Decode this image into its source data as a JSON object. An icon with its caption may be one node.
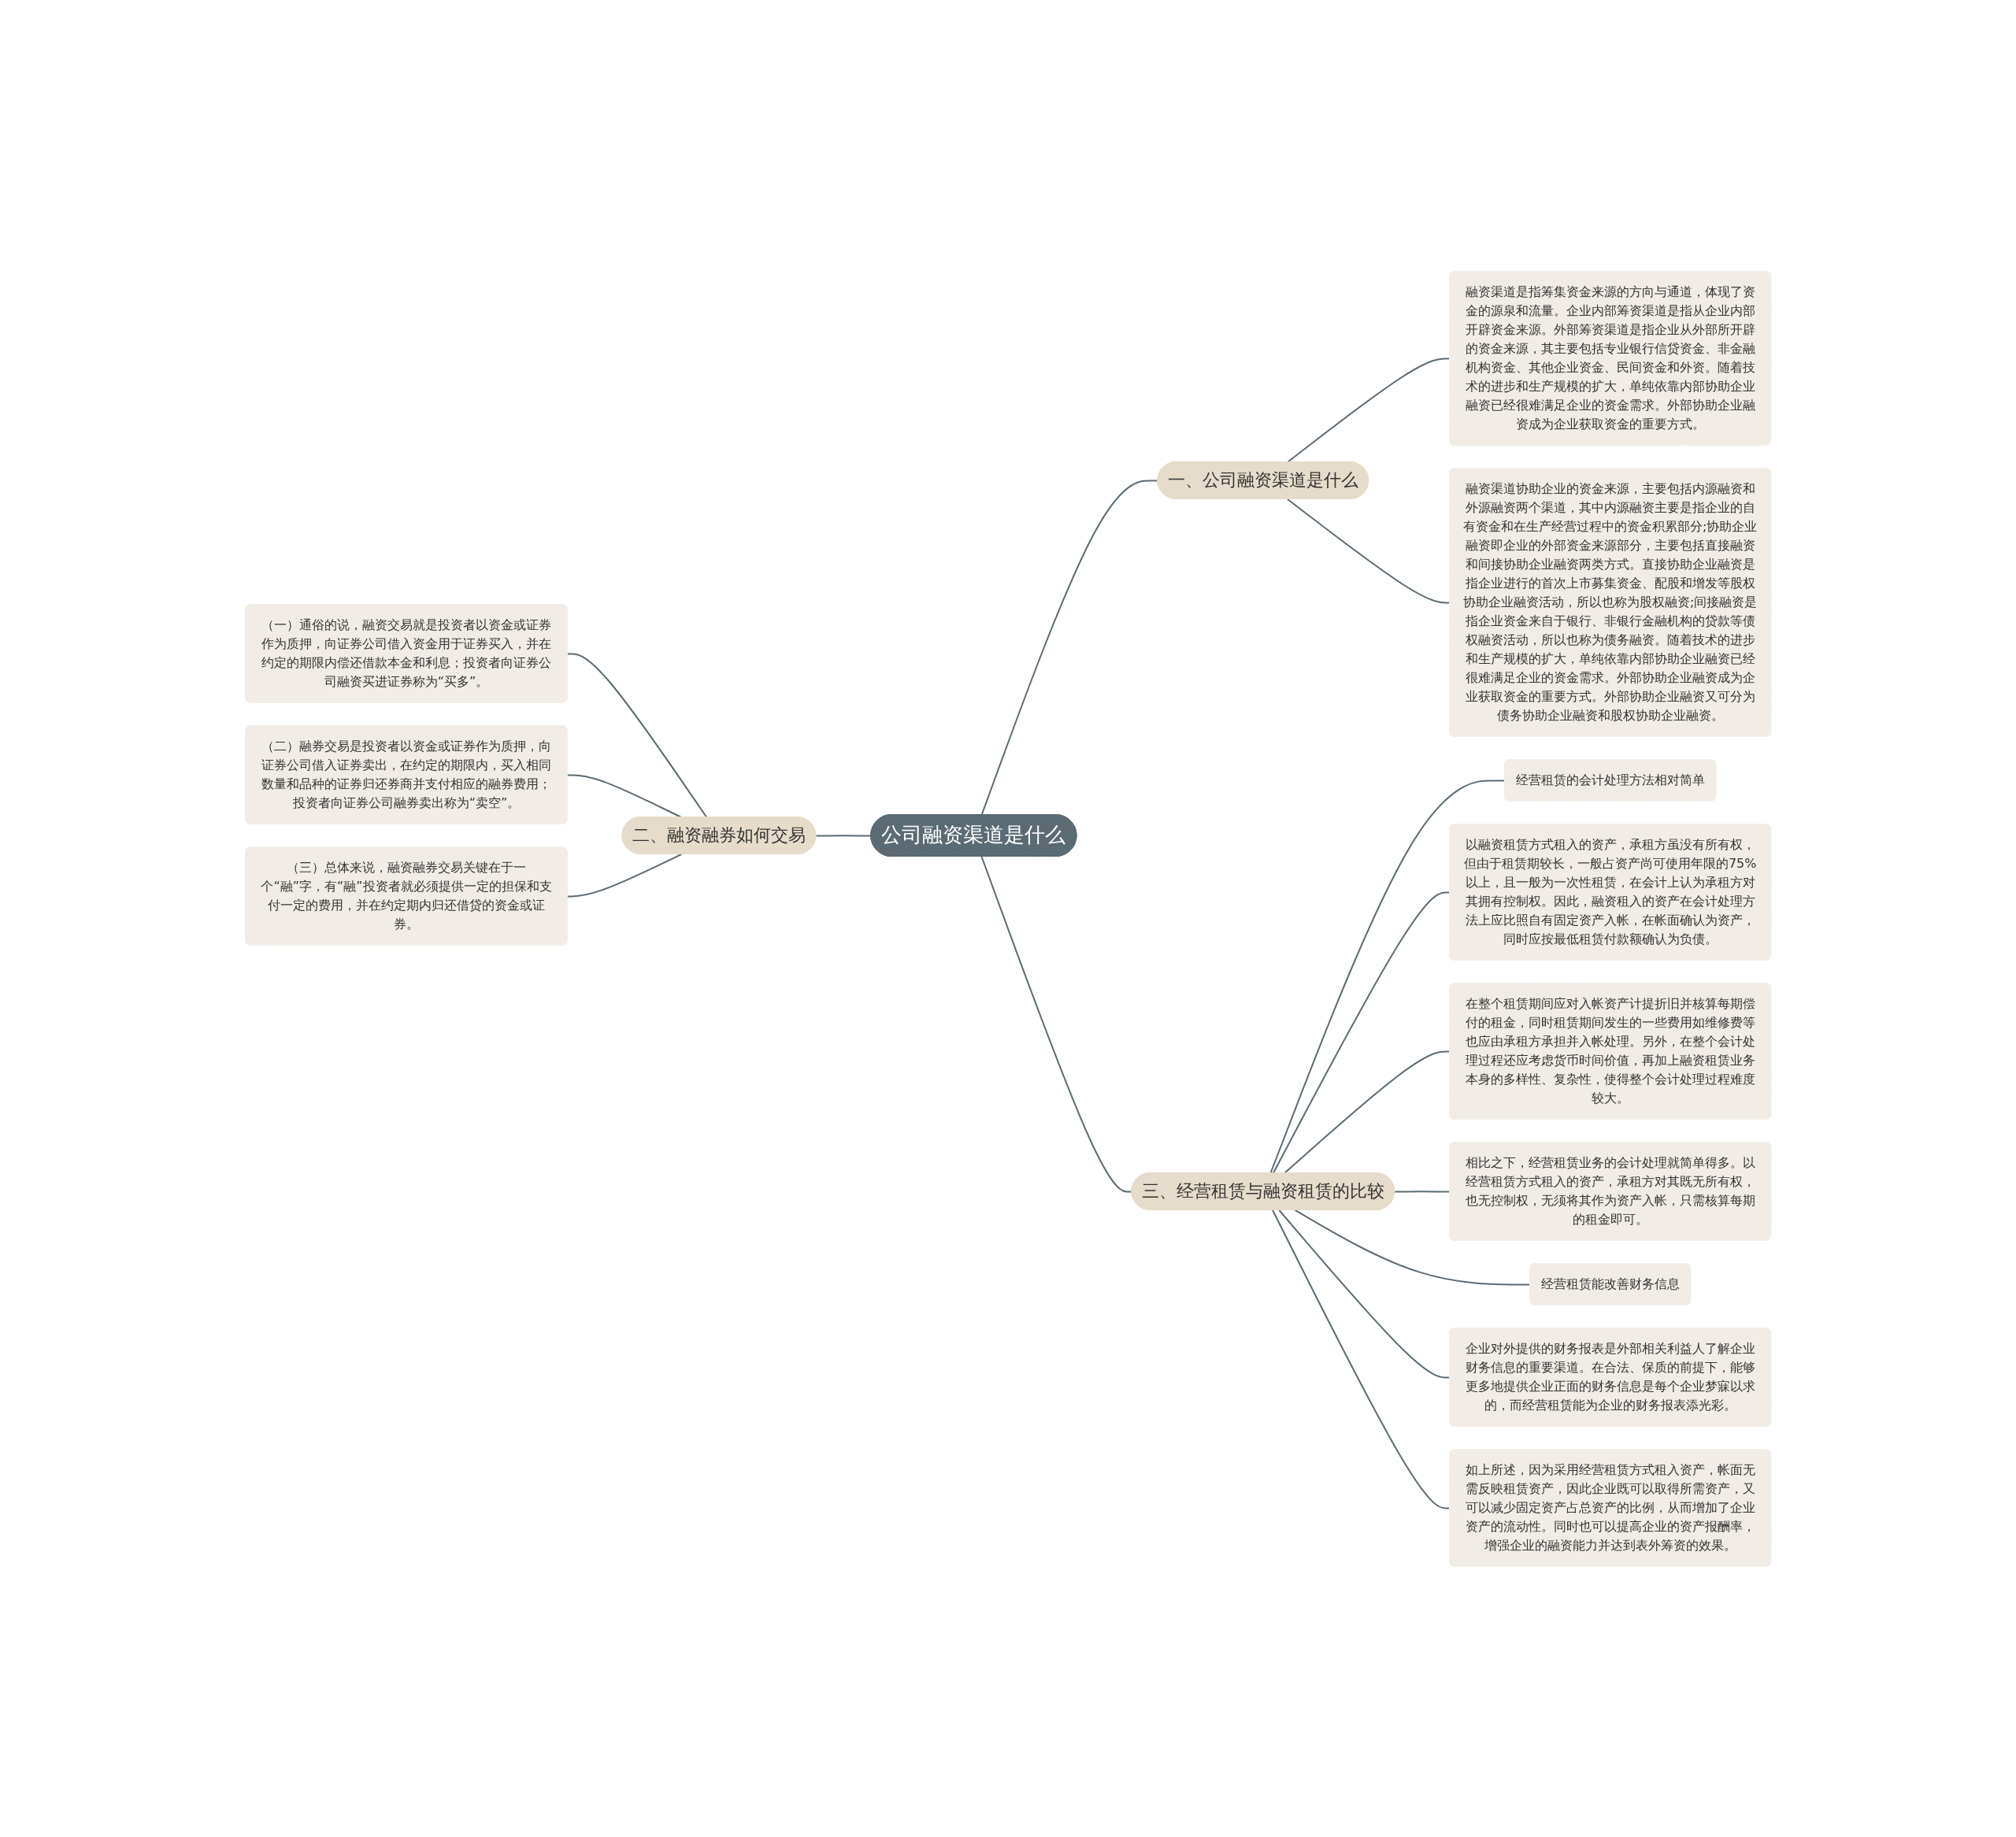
{
  "diagram": {
    "nodes": [
      {
        "text": [
          "公司融资渠道是什么"
        ]
      },
      {
        "text": [
          "一、公司融资渠道是什么"
        ]
      },
      {
        "text": [
          "融资渠道是指筹集资金来源的方向与通道，体现了资金的源泉和流量。企业内部筹资渠道是指从企业内部开辟资金来源。外部筹资渠道是指企业从外部所开辟的资金来源，其主要包括专业银行信贷资金、非金融机构资金、其他企业资金、民间资金和外资。随着技术的进步和生产规模的扩大，单纯依靠内部协助企业融资已经很难满足企业的资金需求。外部协助企业融资成为企业获取资金的重要方式。"
        ]
      },
      {
        "text": [
          "融资渠道协助企业的资金来源，主要包括内源融资和外源融资两个渠道，其中内源融资主要是指企业的自有资金和在生产经营过程中的资金积累部分;协助企业融资即企业的外部资金来源部分，主要包括直接融资和间接协助企业融资两类方式。直接协助企业融资是指企业进行的首次上市募集资金、配股和增发等股权协助企业融资活动，所以也称为股权融资;间接融资是指企业资金来自于银行、非银行金融机构的贷款等债权融资活动，所以也称为债务融资。随着技术的进步和生产规模的扩大，单纯依靠内部协助企业融资已经很难满足企业的资金需求。外部协助企业融资成为企业获取资金的重要方式。外部协助企业融资又可分为债务协助企业融资和股权协助企业融资。"
        ]
      },
      {
        "text": [
          "二、融资融券如何交易"
        ]
      },
      {
        "text": [
          "（一）通俗的说，融资交易就是投资者以资金或证券作为质押，向证券公司借入资金用于证券买入，并在约定的期限内偿还借款本金和利息；投资者向证券公司融资买进证券称为“买多”。"
        ]
      },
      {
        "text": [
          "（二）融券交易是投资者以资金或证券作为质押，向证券公司借入证券卖出，在约定的期限内，买入相同数量和品种的证券归还券商并支付相应的融券费用；投资者向证券公司融券卖出称为“卖空”。"
        ]
      },
      {
        "text": [
          "（三）总体来说，融资融券交易关键在于一个“融”字，有“融”投资者就必须提供一定的担保和支付一定的费用，并在约定期内归还借贷的资金或证券。"
        ]
      },
      {
        "text": [
          "三、经营租赁与融资租赁的比较"
        ]
      },
      {
        "text": [
          "经营租赁的会计处理方法相对简单"
        ]
      },
      {
        "text": [
          "以融资租赁方式租入的资产，承租方虽没有所有权，但由于租赁期较长，一般占资产尚可使用年限的75%以上，且一般为一次性租赁，在会计上认为承租方对其拥有控制权。因此，融资租入的资产在会计处理方法上应比照自有固定资产入帐，在帐面确认为资产，同时应按最低租赁付款额确认为负债。"
        ]
      },
      {
        "text": [
          "在整个租赁期间应对入帐资产计提折旧并核算每期偿付的租金，同时租赁期间发生的一些费用如维修费等也应由承租方承担并入帐处理。另外，在整个会计处理过程还应考虑货币时间价值，再加上融资租赁业务本身的多样性、复杂性，使得整个会计处理过程难度较大。"
        ]
      },
      {
        "text": [
          "相比之下，经营租赁业务的会计处理就简单得多。以经营租赁方式租入的资产，承租方对其既无所有权，也无控制权，无须将其作为资产入帐，只需核算每期的租金即可。"
        ]
      },
      {
        "text": [
          "经营租赁能改善财务信息"
        ]
      },
      {
        "text": [
          "企业对外提供的财务报表是外部相关利益人了解企业财务信息的重要渠道。在合法、保质的前提下，能够更多地提供企业正面的财务信息是每个企业梦寐以求的，而经营租赁能为企业的财务报表添光彩。"
        ]
      },
      {
        "text": [
          "如上所述，因为采用经营租赁方式租入资产，帐面无需反映租赁资产，因此企业既可以取得所需资产，又可以减少固定资产占总资产的比例，从而增加了企业资产的流动性。同时也可以提高企业的资产报酬率，增强企业的融资能力并达到表外筹资的效果。"
        ]
      }
    ],
    "edges": [
      {
        "from": 0,
        "to": 1,
        "arrow": "none"
      },
      {
        "from": 1,
        "to": 2,
        "arrow": "none"
      },
      {
        "from": 1,
        "to": 3,
        "arrow": "none"
      },
      {
        "from": 0,
        "to": 4,
        "arrow": "none"
      },
      {
        "from": 4,
        "to": 5,
        "arrow": "none"
      },
      {
        "from": 4,
        "to": 6,
        "arrow": "none"
      },
      {
        "from": 4,
        "to": 7,
        "arrow": "none"
      },
      {
        "from": 0,
        "to": 8,
        "arrow": "none"
      },
      {
        "from": 8,
        "to": 9,
        "arrow": "none"
      },
      {
        "from": 8,
        "to": 10,
        "arrow": "none"
      },
      {
        "from": 8,
        "to": 11,
        "arrow": "none"
      },
      {
        "from": 8,
        "to": 12,
        "arrow": "none"
      },
      {
        "from": 8,
        "to": 13,
        "arrow": "none"
      },
      {
        "from": 8,
        "to": 14,
        "arrow": "none"
      },
      {
        "from": 8,
        "to": 15,
        "arrow": "none"
      }
    ]
  }
}
